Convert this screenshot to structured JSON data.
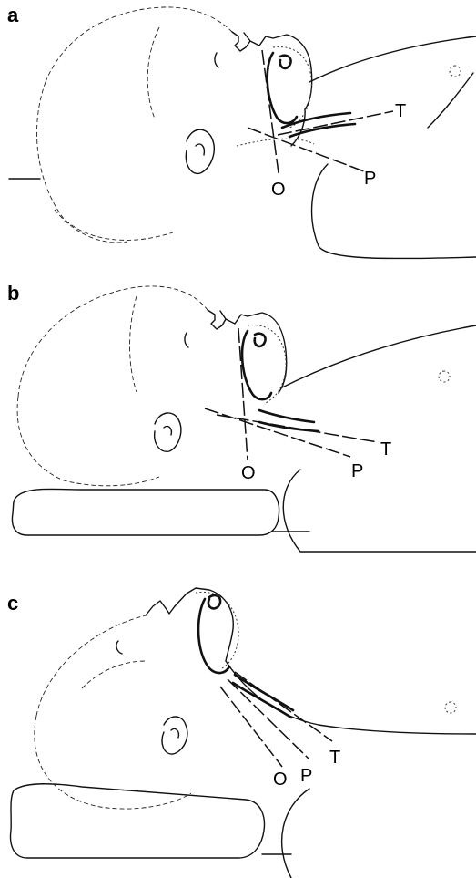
{
  "panels": [
    {
      "label": "a",
      "lines": {
        "o": "O",
        "p": "P",
        "t": "T"
      }
    },
    {
      "label": "b",
      "lines": {
        "o": "O",
        "p": "P",
        "t": "T"
      }
    },
    {
      "label": "c",
      "lines": {
        "o": "O",
        "p": "P",
        "t": "T"
      }
    }
  ]
}
